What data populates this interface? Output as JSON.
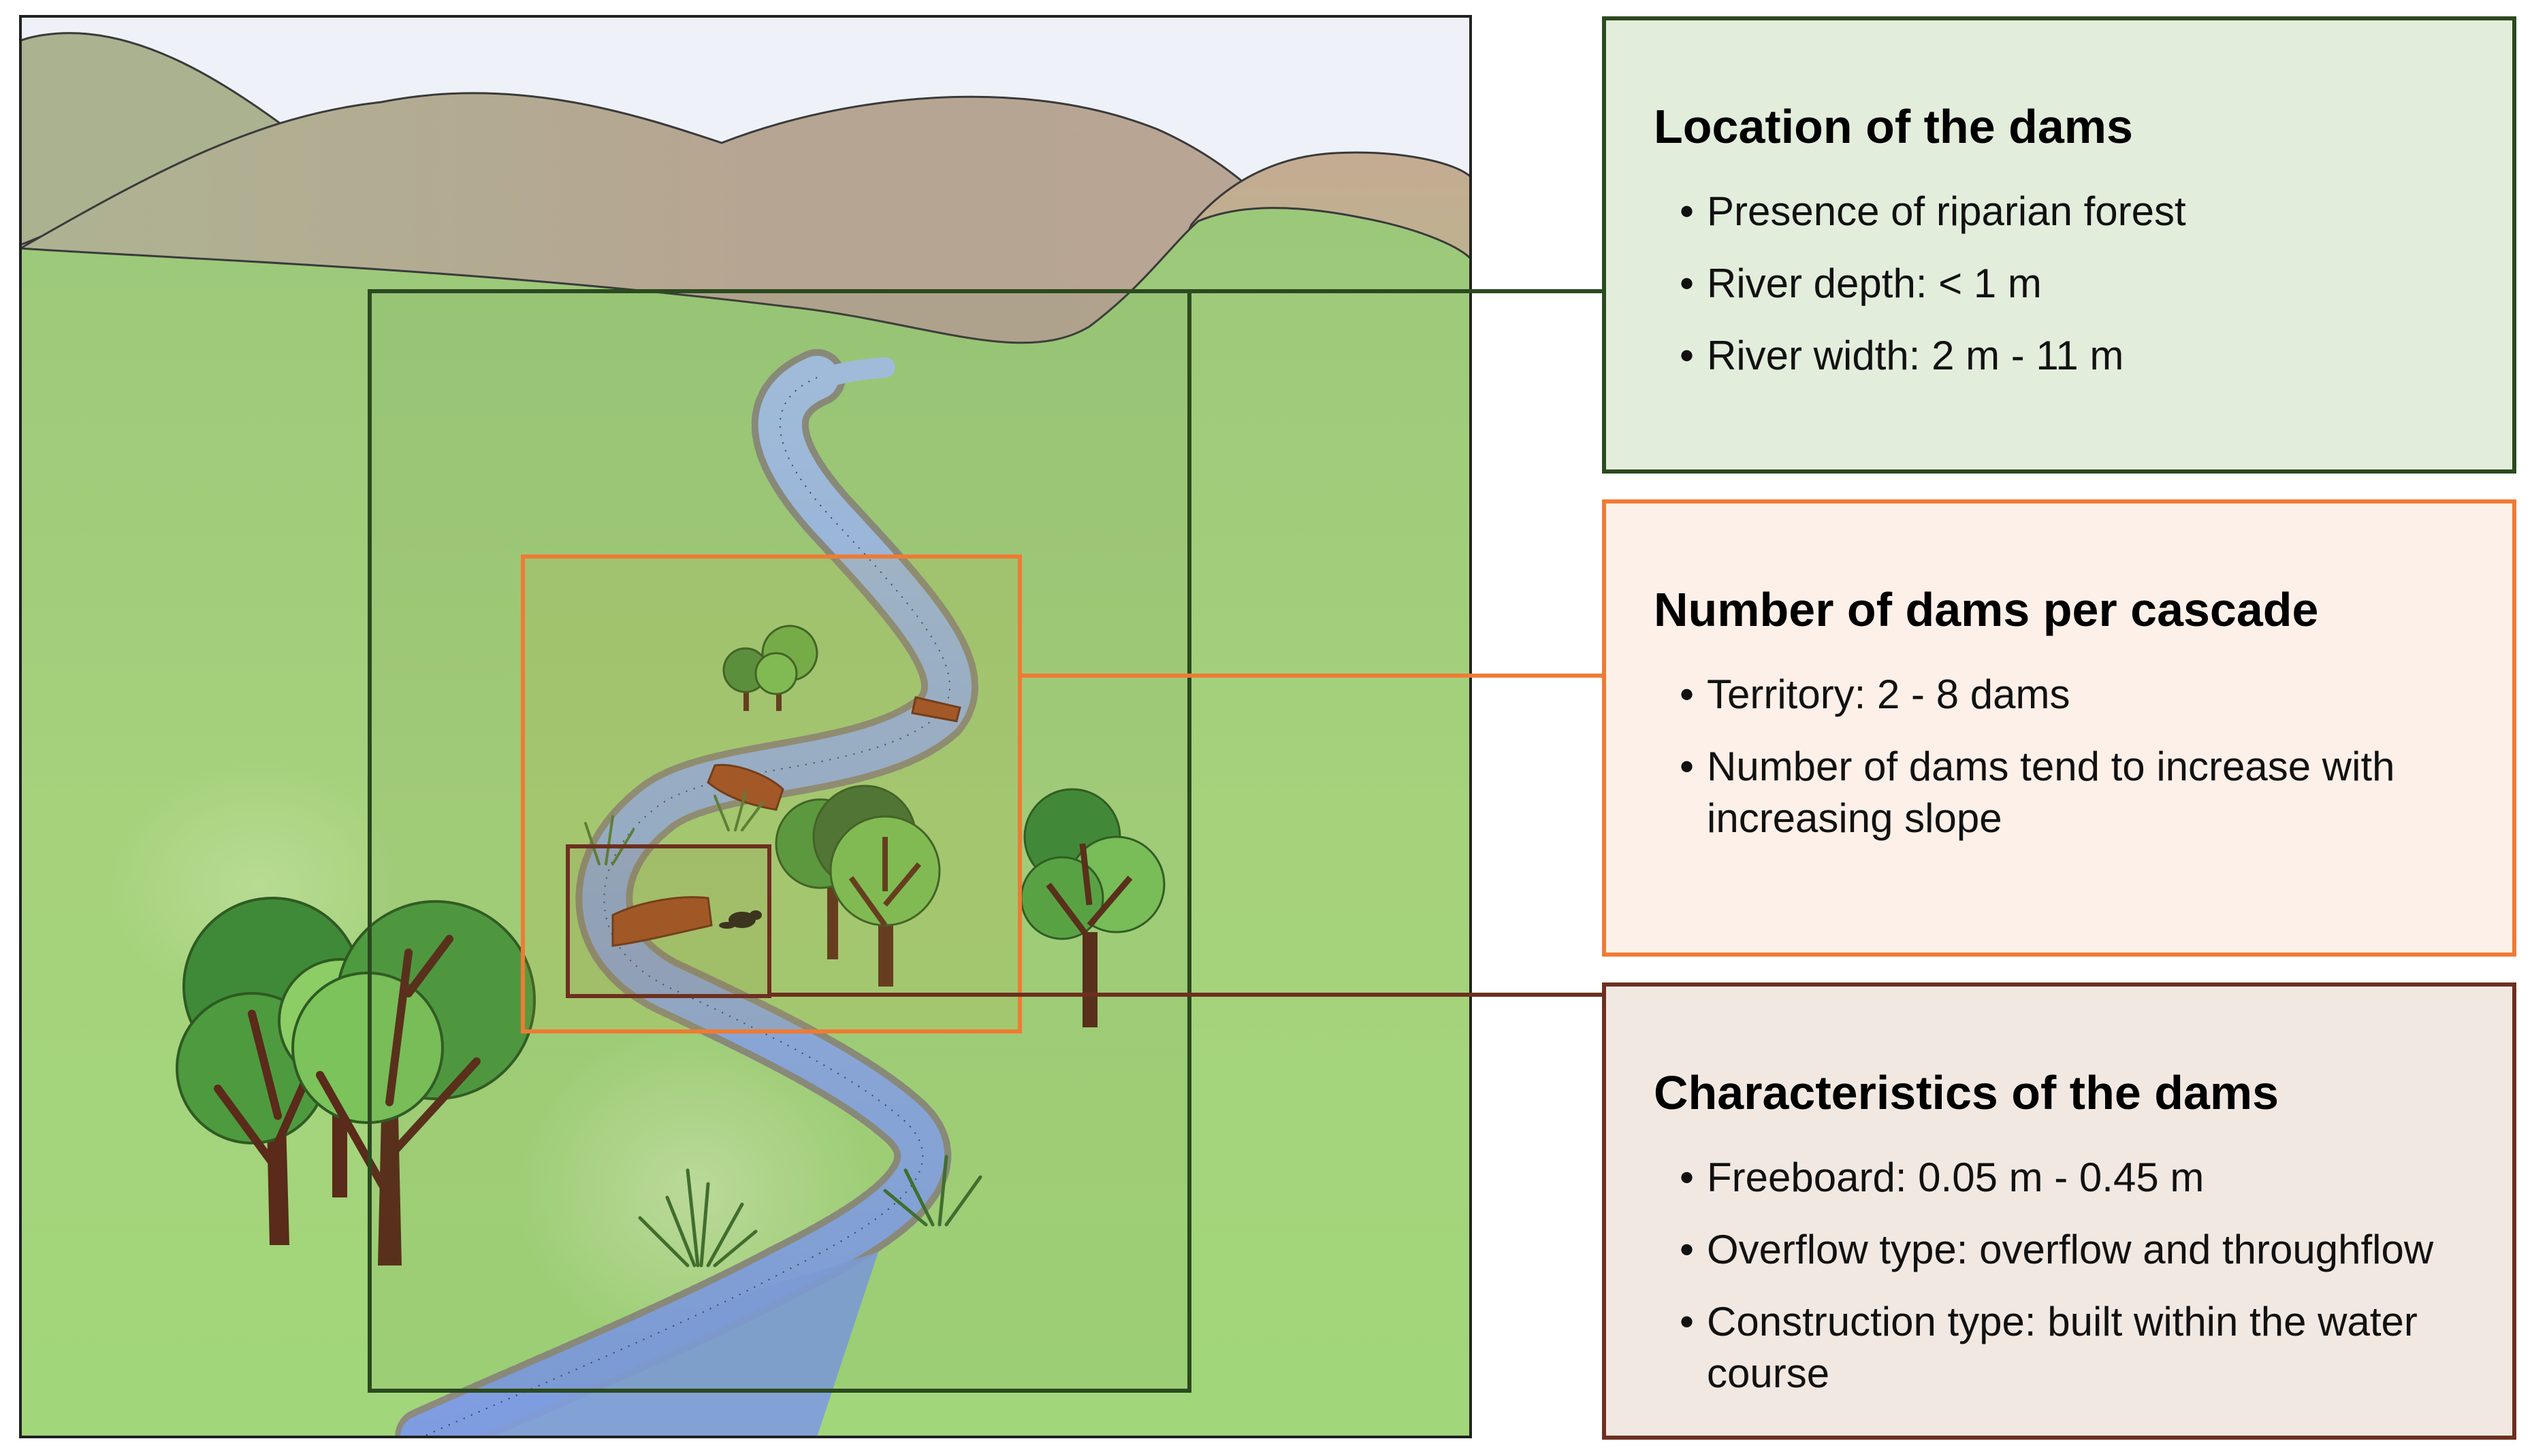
{
  "panels": {
    "location": {
      "title": "Location of the dams",
      "items": [
        "Presence of riparian forest",
        "River depth: < 1 m",
        "River width: 2 m - 11 m"
      ]
    },
    "number": {
      "title": "Number of dams per cascade",
      "items": [
        "Territory: 2 - 8 dams",
        "Number of dams tend to increase with increasing slope"
      ]
    },
    "characteristics": {
      "title": "Characteristics of the dams",
      "items": [
        "Freeboard: 0.05 m - 0.45 m",
        "Overflow type: overflow and throughflow",
        "Construction type: built within the water course"
      ]
    }
  },
  "colors": {
    "location_border": "#2b4a1f",
    "location_fill": "#e3eddc",
    "number_border": "#ee7b35",
    "number_fill": "#fdf0e8",
    "characteristics_border": "#6d3020",
    "characteristics_fill": "#f1e8e1",
    "sky": "#eef2f7",
    "grass": "#a4d27a",
    "hill": "#b8a996",
    "river": "#94aee0",
    "dam": "#a54a24"
  },
  "icons": [
    "tree-icon",
    "grass-tuft-icon",
    "beaver-icon",
    "dam-icon"
  ]
}
